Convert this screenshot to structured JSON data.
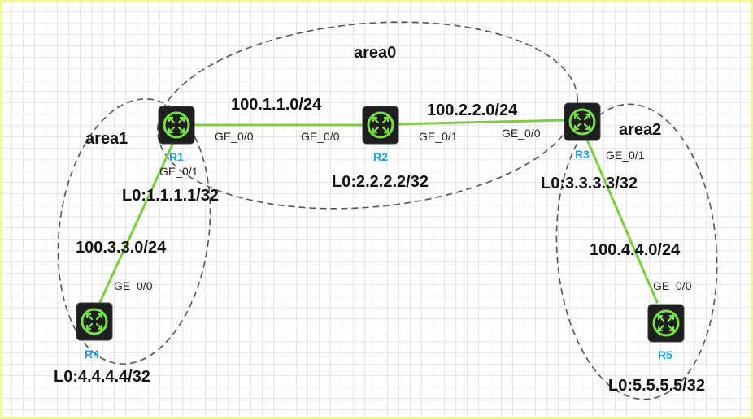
{
  "areas": [
    "area0",
    "area1",
    "area2"
  ],
  "routers": [
    {
      "name": "R1",
      "loopback": "L0:1.1.1.1/32"
    },
    {
      "name": "R2",
      "loopback": "L0:2.2.2.2/32"
    },
    {
      "name": "R3",
      "loopback": "L0:3.3.3.3/32"
    },
    {
      "name": "R4",
      "loopback": "L0:4.4.4.4/32"
    },
    {
      "name": "R5",
      "loopback": "L0:5.5.5.5/32"
    }
  ],
  "links": [
    {
      "network": "100.1.1.0/24",
      "a_if": "GE_0/0",
      "b_if": "GE_0/0"
    },
    {
      "network": "100.2.2.0/24",
      "a_if": "GE_0/1",
      "b_if": "GE_0/0"
    },
    {
      "network": "100.3.3.0/24",
      "a_if": "GE_0/1",
      "b_if": "GE_0/0"
    },
    {
      "network": "100.4.4.0/24",
      "a_if": "GE_0/1",
      "b_if": "GE_0/0"
    }
  ],
  "colors": {
    "link": "#7ccc44",
    "router_body": "#1f1f1f",
    "router_ring": "#7ae04a",
    "router_label": "#1aa3e0",
    "area_border": "#555555"
  },
  "icon": "router-icon"
}
